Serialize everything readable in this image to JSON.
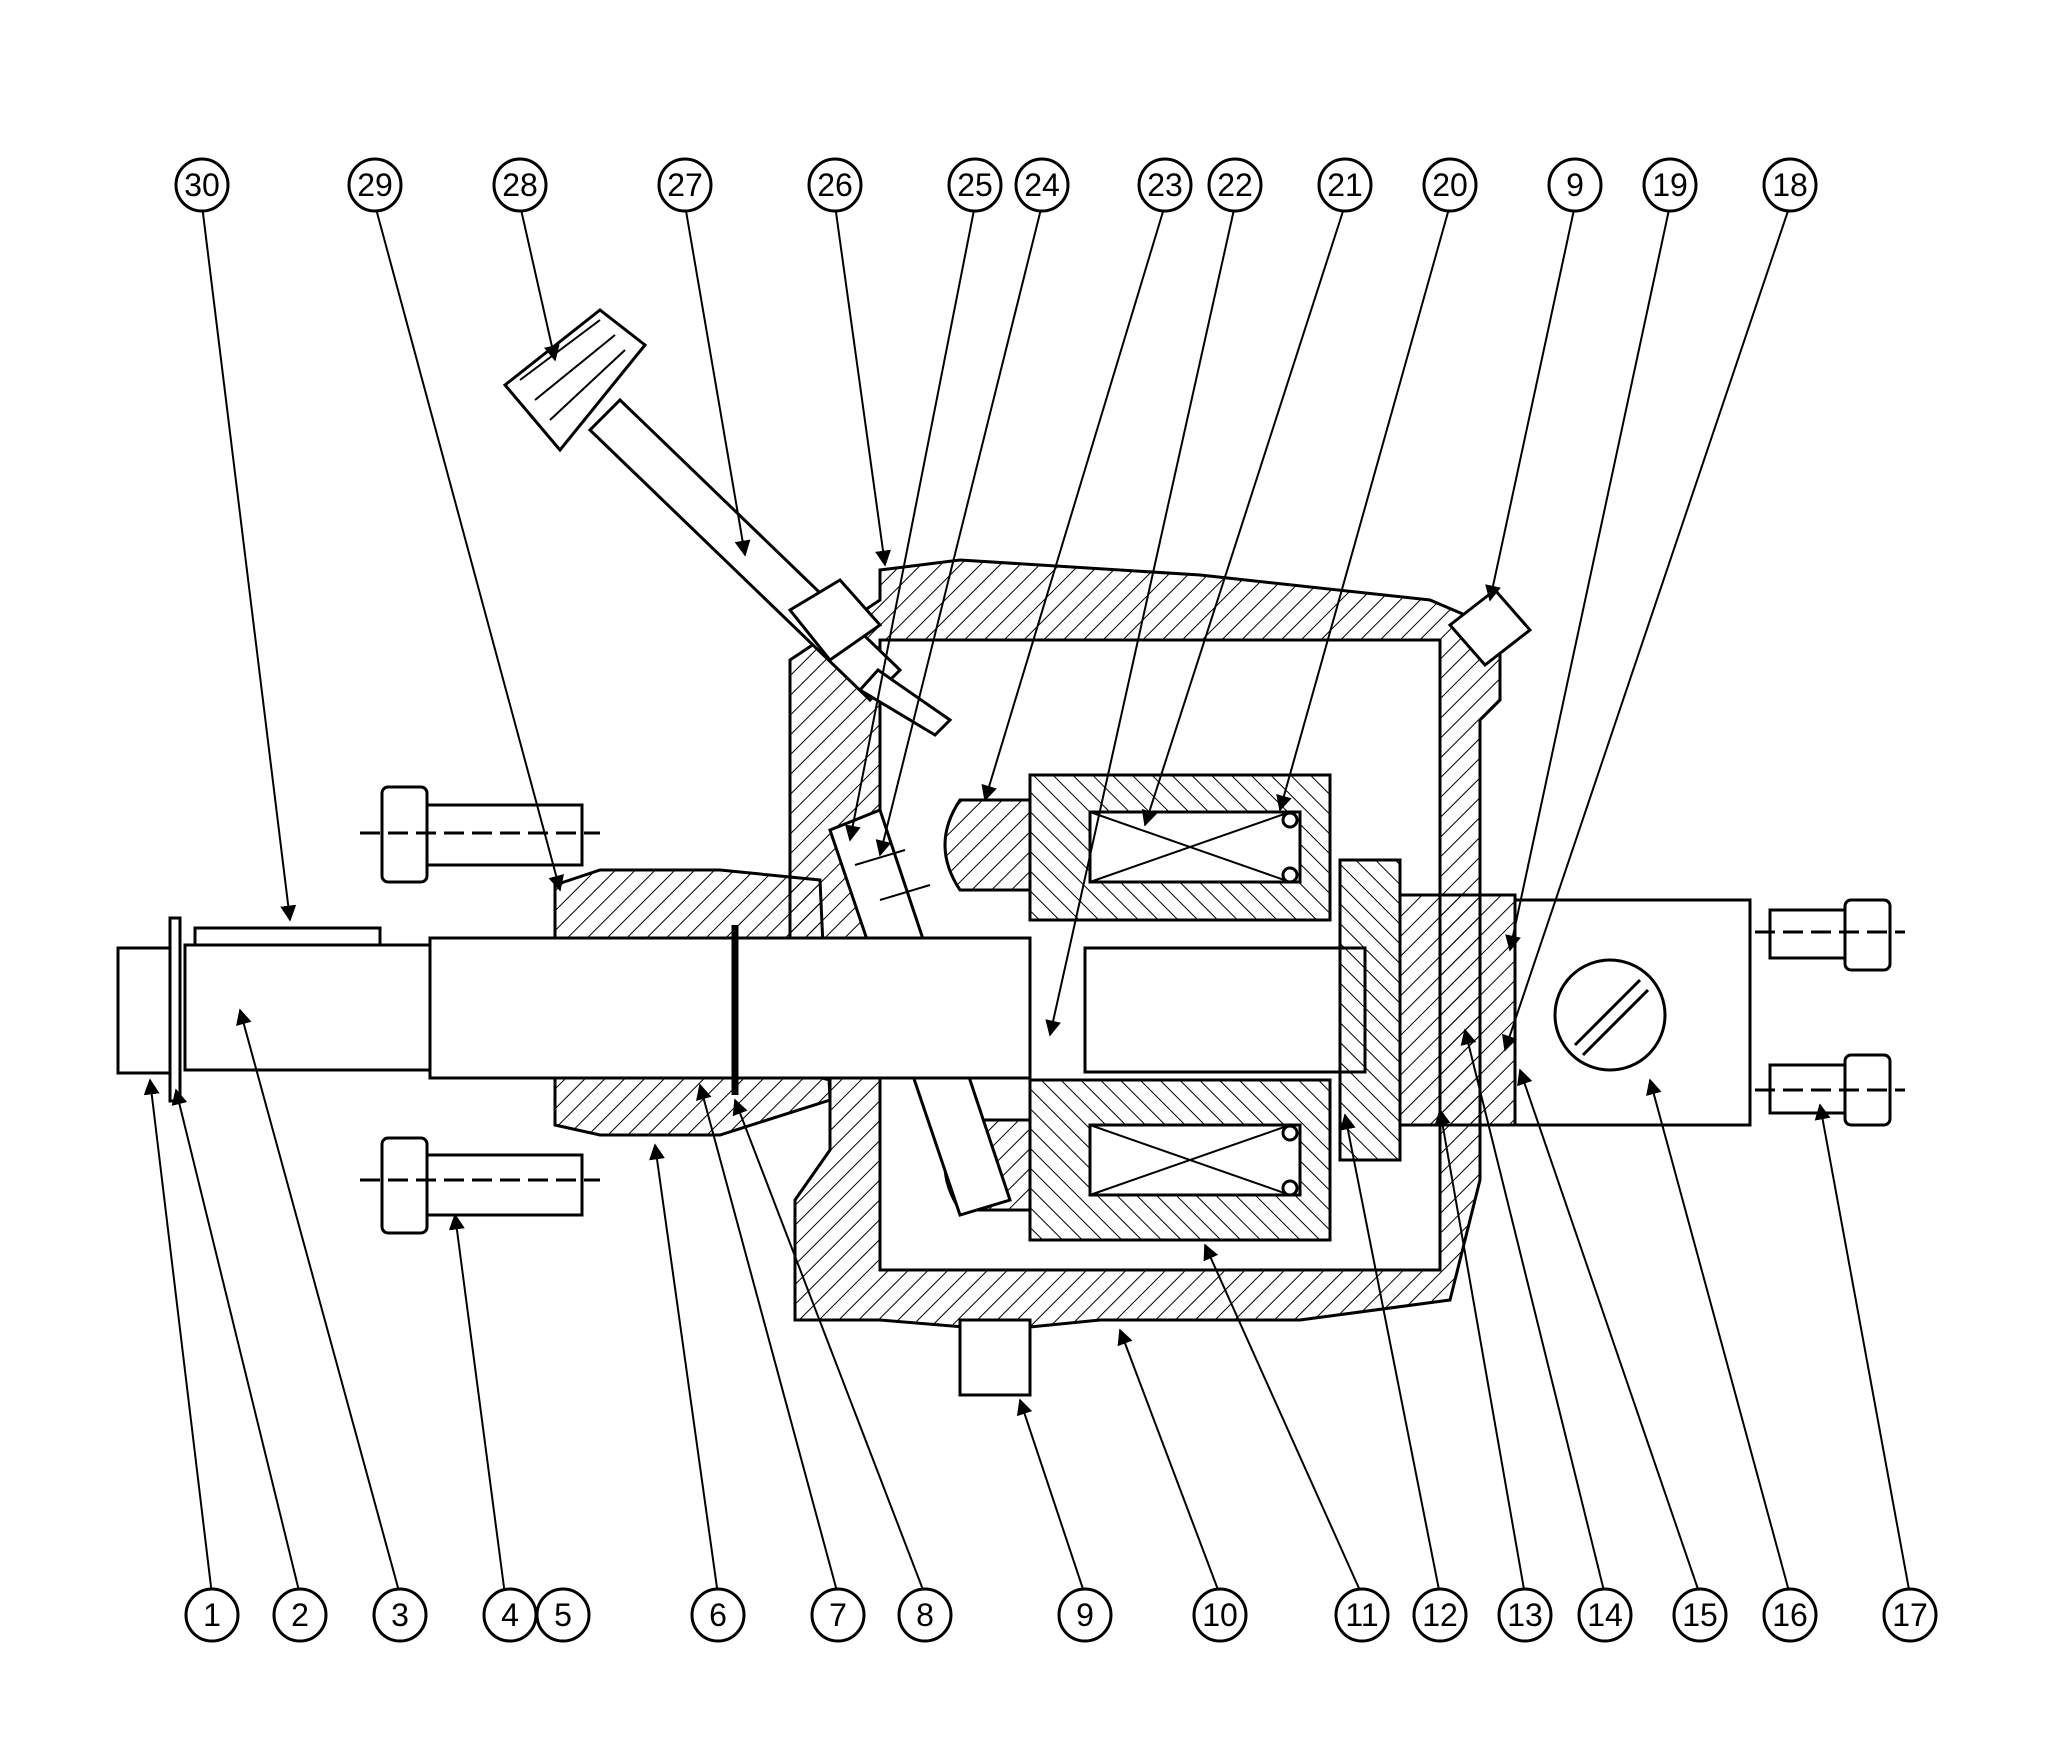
{
  "diagram": {
    "top_callouts": [
      {
        "id": "c30",
        "label": "30"
      },
      {
        "id": "c29",
        "label": "29"
      },
      {
        "id": "c28",
        "label": "28"
      },
      {
        "id": "c27",
        "label": "27"
      },
      {
        "id": "c26",
        "label": "26"
      },
      {
        "id": "c25",
        "label": "25"
      },
      {
        "id": "c24",
        "label": "24"
      },
      {
        "id": "c23",
        "label": "23"
      },
      {
        "id": "c22",
        "label": "22"
      },
      {
        "id": "c21",
        "label": "21"
      },
      {
        "id": "c20",
        "label": "20"
      },
      {
        "id": "c9t",
        "label": "9"
      },
      {
        "id": "c19",
        "label": "19"
      },
      {
        "id": "c18",
        "label": "18"
      }
    ],
    "bottom_callouts": [
      {
        "id": "c1",
        "label": "1"
      },
      {
        "id": "c2",
        "label": "2"
      },
      {
        "id": "c3",
        "label": "3"
      },
      {
        "id": "c4",
        "label": "4"
      },
      {
        "id": "c5",
        "label": "5"
      },
      {
        "id": "c6",
        "label": "6"
      },
      {
        "id": "c7",
        "label": "7"
      },
      {
        "id": "c8",
        "label": "8"
      },
      {
        "id": "c9b",
        "label": "9"
      },
      {
        "id": "c10",
        "label": "10"
      },
      {
        "id": "c11",
        "label": "11"
      },
      {
        "id": "c12",
        "label": "12"
      },
      {
        "id": "c13",
        "label": "13"
      },
      {
        "id": "c14",
        "label": "14"
      },
      {
        "id": "c15",
        "label": "15"
      },
      {
        "id": "c16",
        "label": "16"
      },
      {
        "id": "c17",
        "label": "17"
      }
    ]
  }
}
